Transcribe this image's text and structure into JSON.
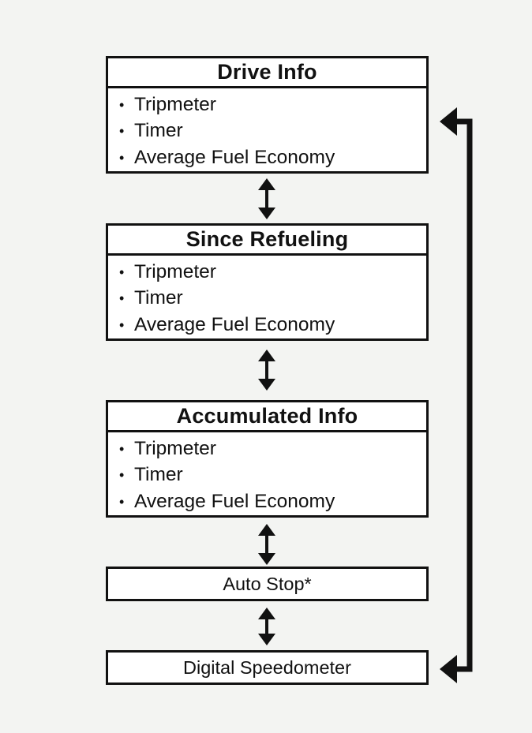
{
  "boxes": [
    {
      "title": "Drive Info",
      "items": [
        "Tripmeter",
        "Timer",
        "Average Fuel Economy"
      ]
    },
    {
      "title": "Since Refueling",
      "items": [
        "Tripmeter",
        "Timer",
        "Average Fuel Economy"
      ]
    },
    {
      "title": "Accumulated Info",
      "items": [
        "Tripmeter",
        "Timer",
        "Average Fuel Economy"
      ]
    }
  ],
  "auto_stop": "Auto Stop*",
  "digital_speedometer": "Digital Speedometer",
  "bullet_char": "•"
}
